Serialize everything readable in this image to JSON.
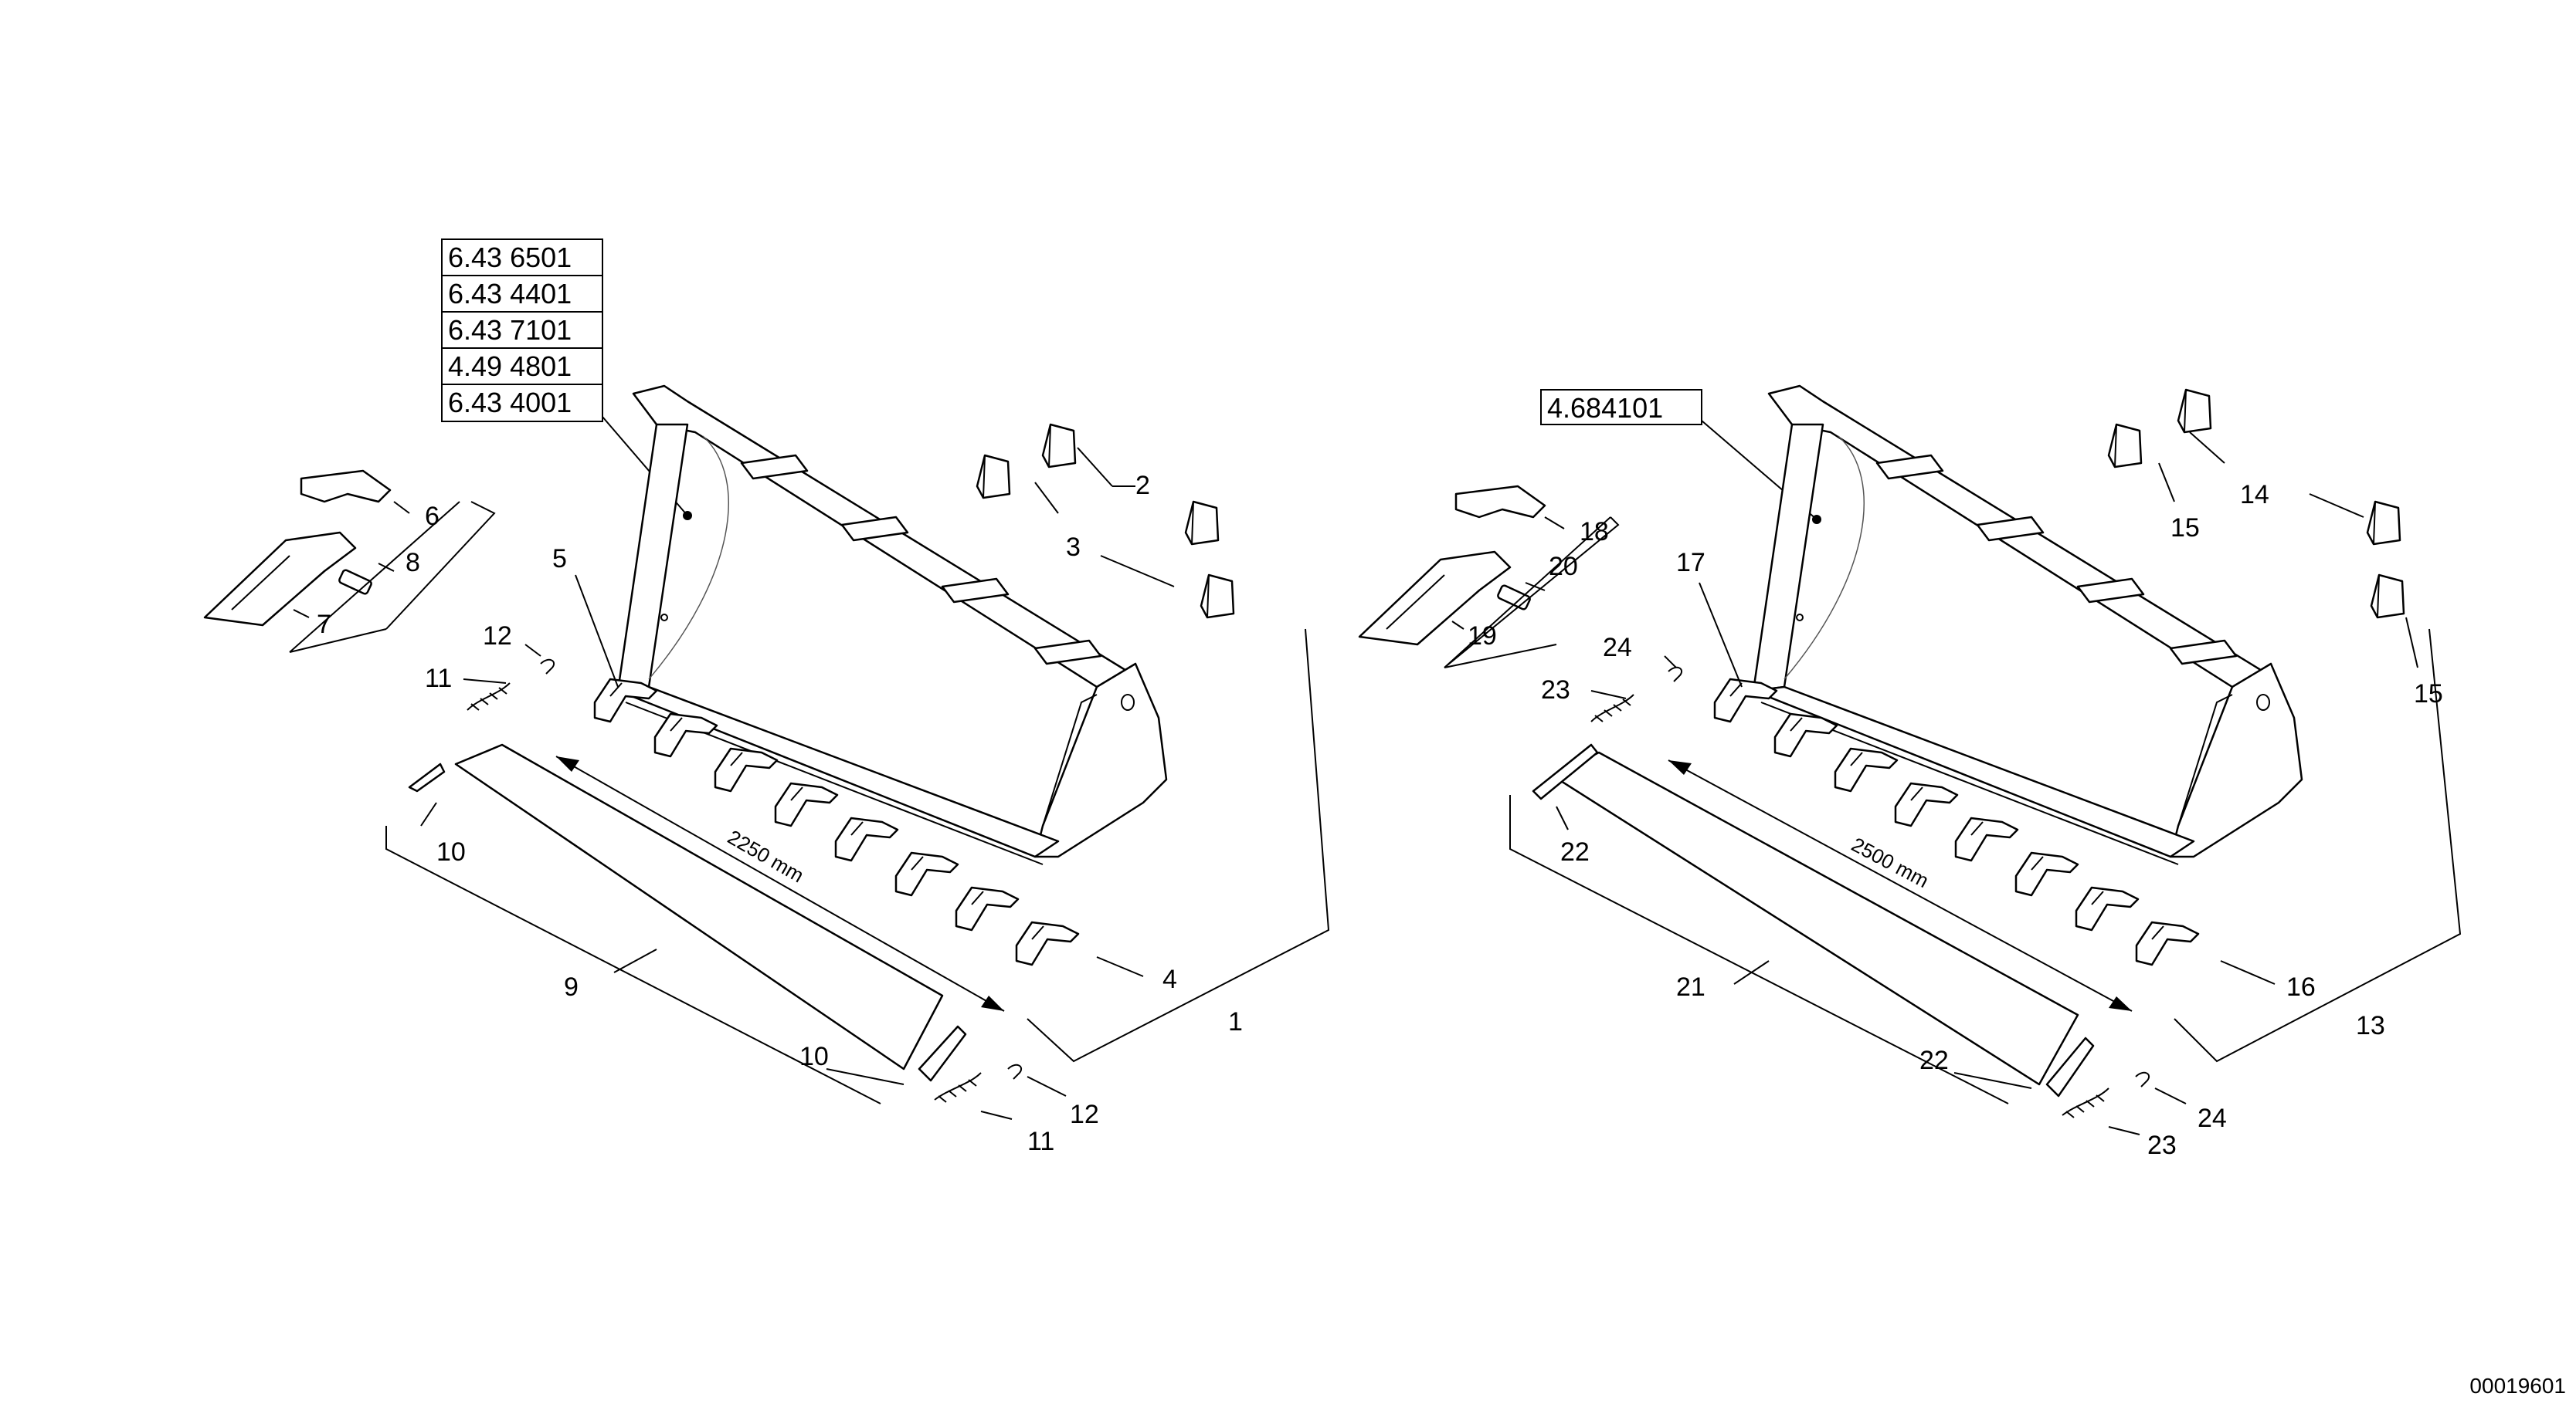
{
  "left_group": {
    "reference_numbers": [
      "6.43 6501",
      "6.43 4401",
      "6.43 7101",
      "4.49 4801",
      "6.43 4001"
    ],
    "dimension": "2250 mm",
    "callouts": [
      "1",
      "2",
      "3",
      "4",
      "5",
      "6",
      "7",
      "8",
      "9",
      "10",
      "10",
      "11",
      "11",
      "12",
      "12"
    ]
  },
  "right_group": {
    "reference_numbers": [
      "4.684101"
    ],
    "dimension": "2500 mm",
    "callouts": [
      "13",
      "14",
      "15",
      "15",
      "16",
      "17",
      "18",
      "19",
      "20",
      "21",
      "22",
      "22",
      "23",
      "23",
      "24",
      "24"
    ]
  },
  "document_number": "00019601"
}
